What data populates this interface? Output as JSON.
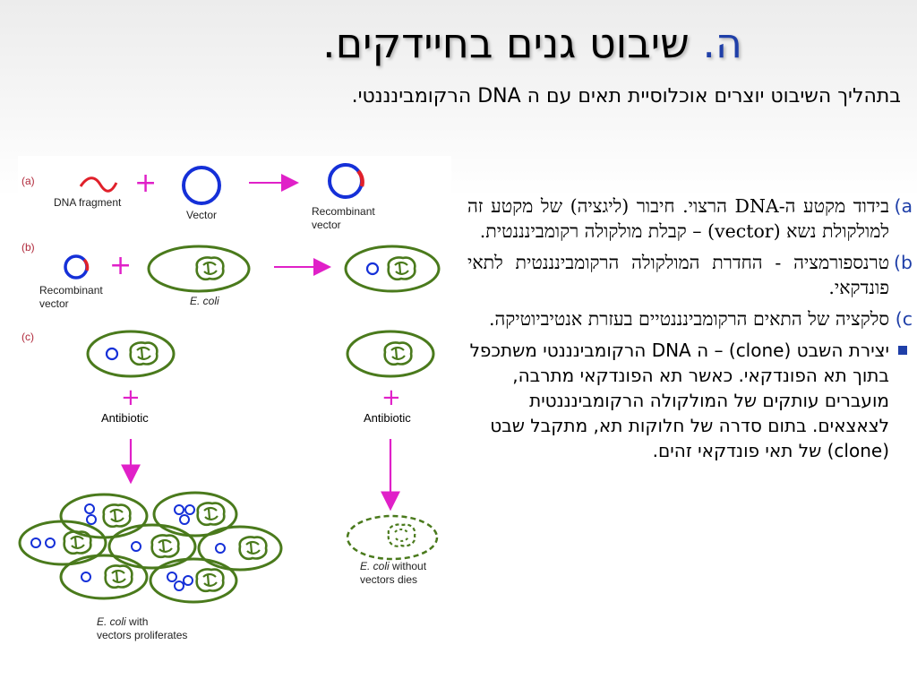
{
  "slide": {
    "title_letter": "ה.",
    "title_text": "שיבוט גנים בחיידקים.",
    "subtitle": "בתהליך השיבוט יוצרים אוכלוסיית תאים עם ה DNA הרקומבינננטי."
  },
  "figure": {
    "panel_a": "(a)",
    "panel_b": "(b)",
    "panel_c": "(c)",
    "dna_fragment": "DNA fragment",
    "vector": "Vector",
    "recombinant_vector_1": "Recombinant",
    "recombinant_vector_2": "vector",
    "ecoli": "E. coli",
    "antibiotic": "Antibiotic",
    "plus": "+",
    "proliferates_1": "E. coli",
    "proliferates_1b": " with",
    "proliferates_2": "vectors proliferates",
    "dies_1": "E. coli",
    "dies_1b": " without",
    "dies_2": "vectors dies"
  },
  "bullets": [
    {
      "marker": "a)",
      "text": "בידוד מקטע ה-DNA הרצוי. חיבור (ליגציה) של מקטע זה למולקולת נשא (vector) – קבלת מולקולה רקומבינננטית."
    },
    {
      "marker": "b)",
      "text": "טרנספורמציה - החדרת המולקולה הרקומבינננטית לתאי פונדקאי."
    },
    {
      "marker": "c)",
      "text": "סלקציה של התאים הרקומבינננטיים בעזרת אנטיביוטיקה."
    },
    {
      "marker": "",
      "text": "יצירת השבט (clone) – ה DNA הרקומבינננטי משתכפל בתוך תא הפונדקאי. כאשר תא הפונדקאי מתרבה, מועברים עותקים של המולקולה הרקומבינננטית לצאצאים. בתום סדרה של חלוקות תא, מתקבל שבט (clone) של תאי פונדקאי זהים."
    }
  ],
  "colors": {
    "accent_blue": "#1f3fa8",
    "cell_green": "#4a7a1c",
    "arrow_magenta": "#e020c8",
    "dna_red": "#e0202a"
  }
}
